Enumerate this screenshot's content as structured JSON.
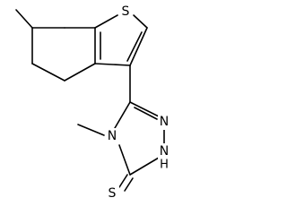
{
  "molecule": {
    "atoms": {
      "S1": "S",
      "N4": "N",
      "N_upper": "N",
      "NH": "H",
      "N_lower": "N",
      "S_thione": "S"
    },
    "colors": {
      "bond": "#000000",
      "text": "#000000",
      "background": "#ffffff"
    }
  }
}
